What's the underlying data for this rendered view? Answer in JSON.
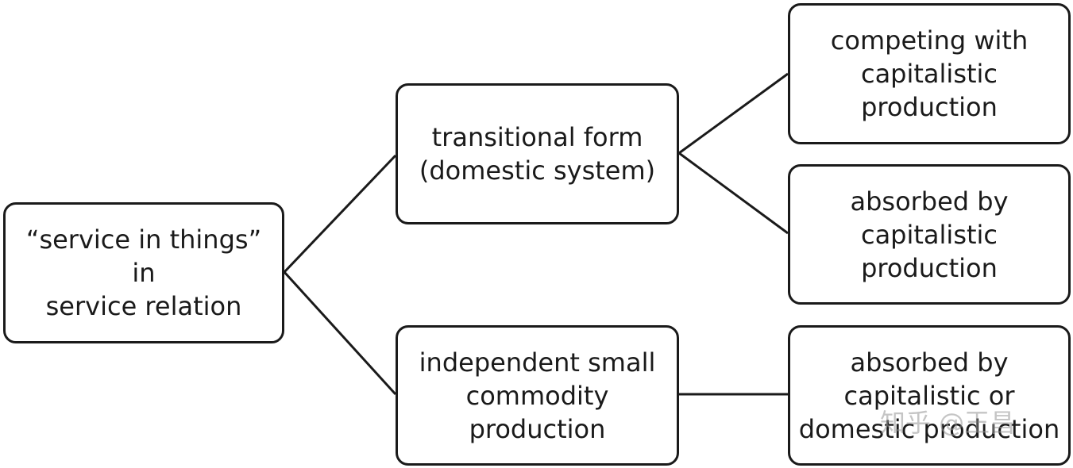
{
  "nodes": {
    "root": {
      "lines": [
        "“service in things” in",
        "service relation"
      ]
    },
    "transitional": {
      "lines": [
        "transitional form",
        "(domestic system)"
      ]
    },
    "independent": {
      "lines": [
        "independent small",
        "commodity",
        "production"
      ]
    },
    "competing": {
      "lines": [
        "competing with",
        "capitalistic",
        "production"
      ]
    },
    "absorbed_capitalistic": {
      "lines": [
        "absorbed by",
        "capitalistic",
        "production"
      ]
    },
    "absorbed_capitalistic_domestic": {
      "lines": [
        "absorbed by",
        "capitalistic or",
        "domestic production"
      ]
    }
  },
  "watermark": "知乎 @王昌"
}
